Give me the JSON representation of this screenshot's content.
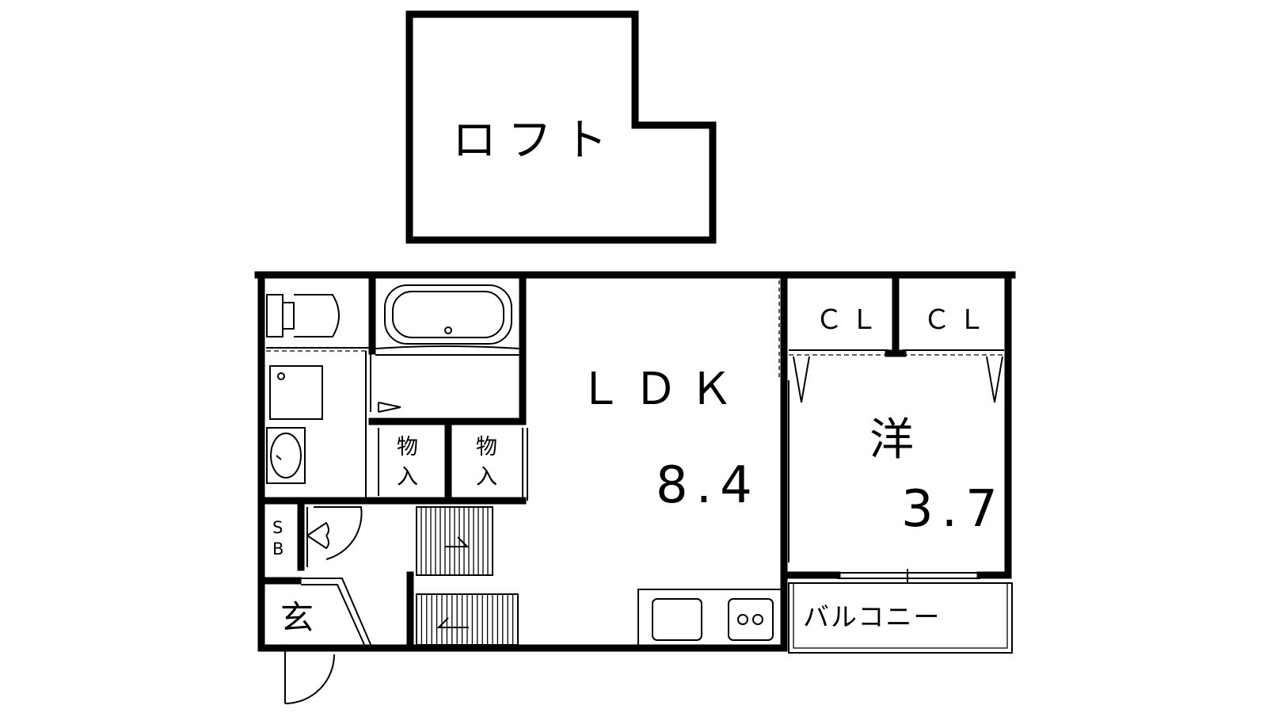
{
  "rooms": {
    "loft": "ロフト",
    "ldk_name": "ＬＤＫ",
    "ldk_size": "8.4",
    "western_name": "洋",
    "western_size": "3.7",
    "closet_1": "ＣＬ",
    "closet_2": "ＣＬ",
    "storage_1_line1": "物",
    "storage_1_line2": "入",
    "storage_2_line1": "物",
    "storage_2_line2": "入",
    "shoe_box_line1": "S",
    "shoe_box_line2": "B",
    "entrance": "玄",
    "balcony": "バルコニー"
  }
}
